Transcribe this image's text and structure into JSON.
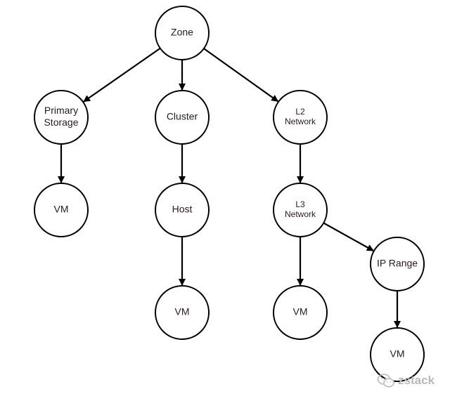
{
  "diagram": {
    "nodes": [
      {
        "id": "zone",
        "lines": [
          "Zone"
        ]
      },
      {
        "id": "primary-storage",
        "lines": [
          "Primary",
          "Storage"
        ]
      },
      {
        "id": "cluster",
        "lines": [
          "Cluster"
        ]
      },
      {
        "id": "l2-network",
        "lines": [
          "L2",
          "Network"
        ]
      },
      {
        "id": "vm-storage",
        "lines": [
          "VM"
        ]
      },
      {
        "id": "host",
        "lines": [
          "Host"
        ]
      },
      {
        "id": "l3-network",
        "lines": [
          "L3",
          "Network"
        ]
      },
      {
        "id": "vm-host",
        "lines": [
          "VM"
        ]
      },
      {
        "id": "vm-l3",
        "lines": [
          "VM"
        ]
      },
      {
        "id": "ip-range",
        "lines": [
          "IP Range"
        ]
      },
      {
        "id": "vm-ip",
        "lines": [
          "VM"
        ]
      }
    ],
    "edges": [
      {
        "from": "zone",
        "to": "primary-storage"
      },
      {
        "from": "zone",
        "to": "cluster"
      },
      {
        "from": "zone",
        "to": "l2-network"
      },
      {
        "from": "primary-storage",
        "to": "vm-storage"
      },
      {
        "from": "cluster",
        "to": "host"
      },
      {
        "from": "host",
        "to": "vm-host"
      },
      {
        "from": "l2-network",
        "to": "l3-network"
      },
      {
        "from": "l3-network",
        "to": "vm-l3"
      },
      {
        "from": "l3-network",
        "to": "ip-range"
      },
      {
        "from": "ip-range",
        "to": "vm-ip"
      }
    ]
  },
  "watermark": {
    "text": "zstack",
    "icon": "wechat-icon",
    "color": "#b8b8b8"
  }
}
